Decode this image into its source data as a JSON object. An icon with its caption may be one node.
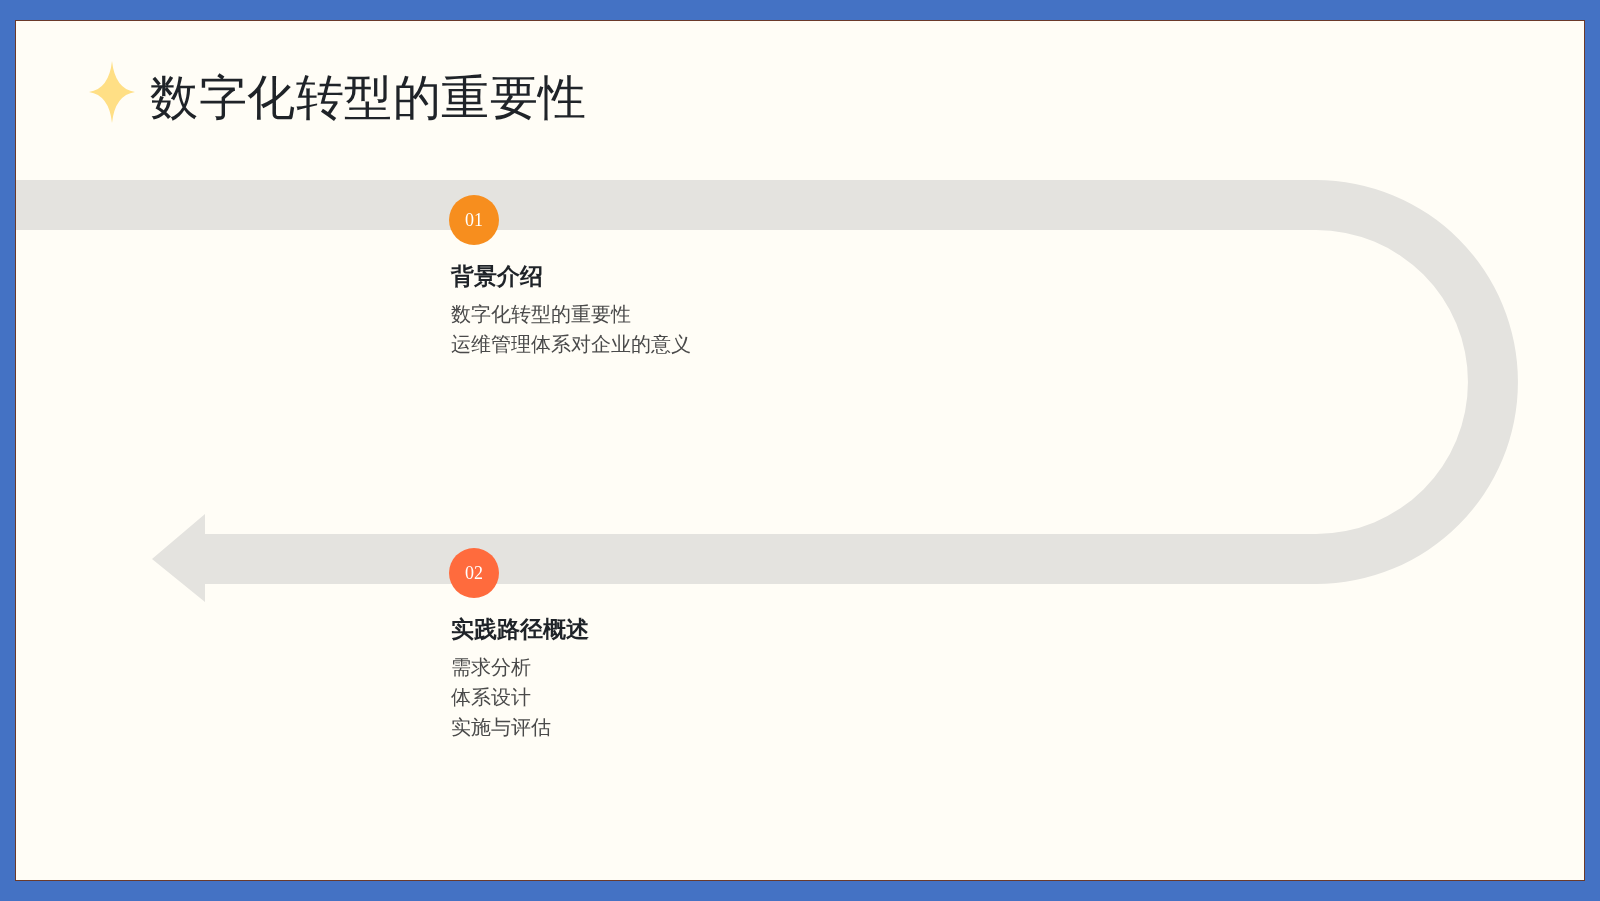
{
  "diagram": {
    "title": "数字化转型的重要性",
    "nodes": [
      {
        "text": [
          "01"
        ],
        "beside": [
          "背景介绍",
          "数字化转型的重要性",
          "运维管理体系对企业的意义"
        ]
      },
      {
        "text": [
          "02"
        ],
        "beside": [
          "实践路径概述",
          "需求分析",
          "体系设计",
          "实施与评估"
        ]
      }
    ]
  }
}
